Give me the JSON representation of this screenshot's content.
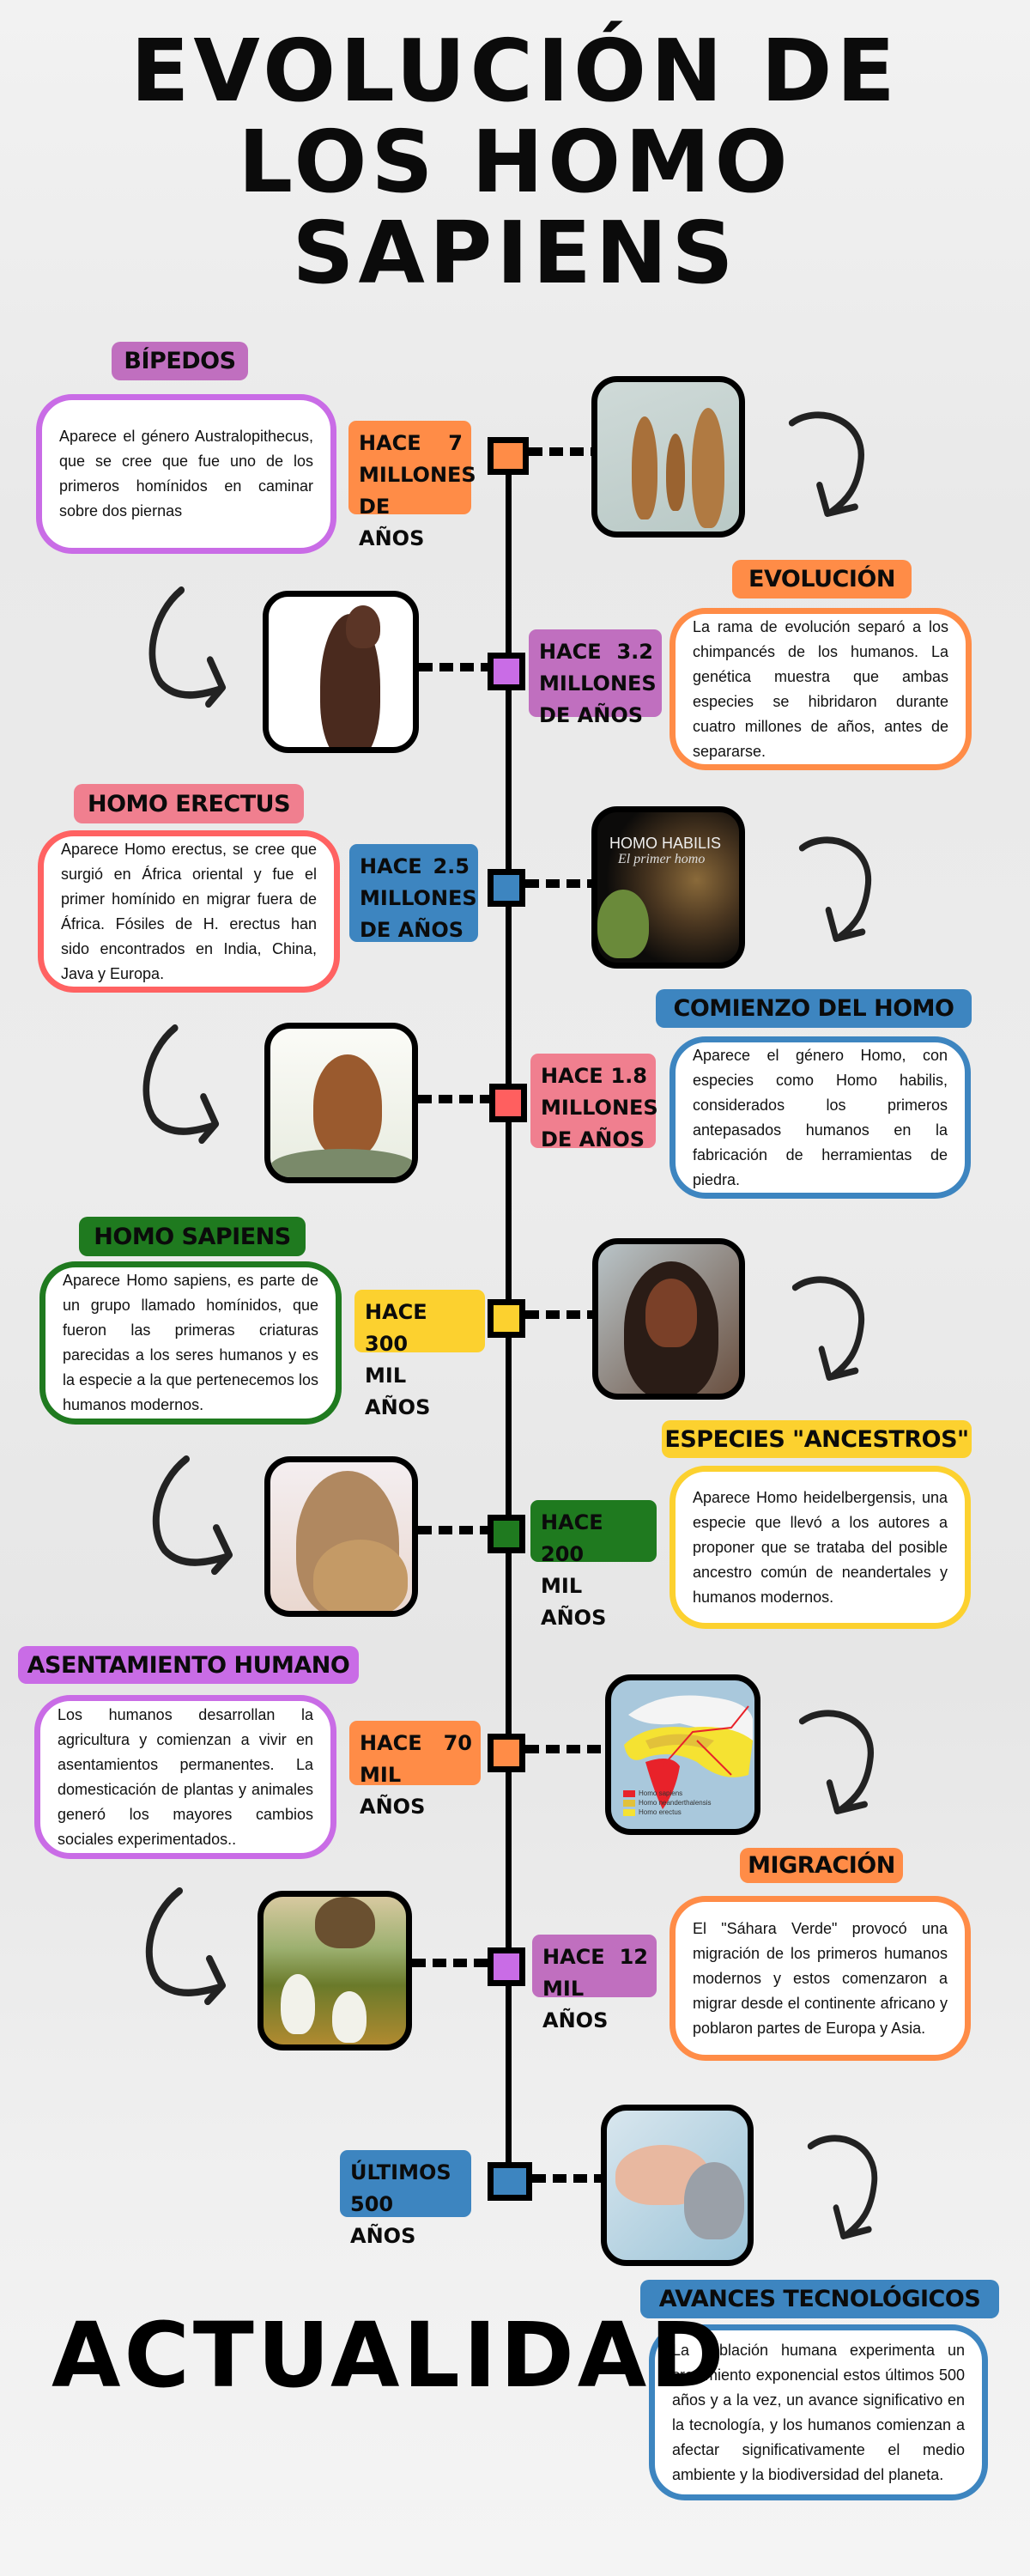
{
  "title": {
    "lines": [
      "EVOLUCIÓN DE",
      "LOS HOMO",
      "SAPIENS"
    ]
  },
  "footer": "ACTUALIDAD",
  "events": [
    {
      "topic": "BÍPEDOS",
      "date": [
        "HACE 7",
        "MILLONES",
        "DE AÑOS"
      ],
      "text": "Aparece el género Australopithecus, que se cree que fue uno de los primeros homínidos en caminar sobre dos piernas",
      "topic_color": "#c06fbf",
      "box_color": "#c96ce6",
      "date_color": "#ff8c47",
      "marker_color": "#ff8c47",
      "image": "australopithecus-group-image"
    },
    {
      "topic": "EVOLUCIÓN",
      "date": [
        "HACE 3.2",
        "MILLONES",
        "DE AÑOS"
      ],
      "text": "La rama de evolución separó a los chimpancés de los humanos. La genética muestra que ambas especies se hibridaron durante cuatro millones de años, antes de separarse.",
      "topic_color": "#ff8c47",
      "box_color": "#ff8c47",
      "date_color": "#c06fbf",
      "marker_color": "#c96ce6",
      "image": "hominid-profile-image"
    },
    {
      "topic": "HOMO ERECTUS",
      "date": [
        "HACE 2.5",
        "MILLONES",
        "DE AÑOS"
      ],
      "text": "Aparece Homo erectus, se cree que surgió en África oriental y fue el primer homínido en migrar fuera de África. Fósiles de H. erectus han sido encontrados en India, China, Java y Europa.",
      "topic_color": "#f07f8f",
      "box_color": "#ff6262",
      "date_color": "#3d85c0",
      "marker_color": "#3d85c0",
      "image": "homo-habilis-cover-image",
      "image_text": [
        "HOMO HABILIS",
        "El primer homo"
      ]
    },
    {
      "topic": "COMIENZO DEL HOMO",
      "date": [
        "HACE 1.8",
        "MILLONES",
        "DE AÑOS"
      ],
      "text": "Aparece el género Homo, con especies como Homo habilis, considerados los primeros antepasados humanos en la fabricación de herramientas de piedra.",
      "topic_color": "#3d85c0",
      "box_color": "#3d85c0",
      "date_color": "#f07f8f",
      "marker_color": "#ff5f5f",
      "image": "crouching-hominid-image"
    },
    {
      "topic": "HOMO SAPIENS",
      "date": [
        "HACE 300",
        "MIL AÑOS"
      ],
      "text": "Aparece Homo sapiens, es parte de un grupo llamado homínidos, que fueron las primeras criaturas parecidas a los seres humanos y es la especie a la que pertenecemos los humanos modernos.",
      "topic_color": "#1f7a1f",
      "box_color": "#1f7a1f",
      "date_color": "#fcd12f",
      "marker_color": "#fcd12f",
      "image": "bearded-early-human-image"
    },
    {
      "topic": "ESPECIES \"ANCESTROS\"",
      "date": [
        "HACE 200",
        "MIL AÑOS"
      ],
      "text": "Aparece Homo heidelbergensis, una especie que llevó a los autores a proponer que se trataba del posible ancestro común de neandertales y humanos modernos.",
      "topic_color": "#fcd12f",
      "box_color": "#fcd12f",
      "date_color": "#1f7a1f",
      "marker_color": "#1f7a1f",
      "image": "heidelbergensis-image"
    },
    {
      "topic": "ASENTAMIENTO HUMANO",
      "date": [
        "HACE 70",
        "MIL AÑOS"
      ],
      "text": "Los humanos desarrollan la agricultura y comienzan a vivir en asentamientos permanentes. La domesticación de plantas y animales generó los mayores cambios sociales experimentados..",
      "topic_color": "#c96ce6",
      "box_color": "#c96ce6",
      "date_color": "#ff8c47",
      "marker_color": "#ff8c47",
      "image": "migration-map-image",
      "map_legend": [
        "Homo sapiens",
        "Homo neanderthalensis",
        "Homo erectus"
      ]
    },
    {
      "topic": "MIGRACIÓN",
      "date": [
        "HACE 12",
        "MIL AÑOS"
      ],
      "text": "El \"Sáhara Verde\" provocó una migración de los primeros humanos modernos y estos comenzaron a migrar desde el continente africano y poblaron partes de Europa y Asia.",
      "topic_color": "#ff8c47",
      "box_color": "#ff8c47",
      "date_color": "#c06fbf",
      "marker_color": "#c96ce6",
      "image": "agriculture-settlement-image"
    },
    {
      "topic": "AVANCES TECNOLÓGICOS",
      "date": [
        "ÚLTIMOS",
        "500 AÑOS"
      ],
      "text": "La población humana experimenta un crecimiento exponencial estos últimos 500 años y a la vez, un avance significativo en la tecnología, y los humanos comienzan a afectar significativamente el medio ambiente y la biodiversidad del planeta.",
      "topic_color": "#3d85c0",
      "box_color": "#3d85c0",
      "date_color": "#3d85c0",
      "marker_color": "#3d85c0",
      "image": "robot-human-handshake-image"
    }
  ]
}
